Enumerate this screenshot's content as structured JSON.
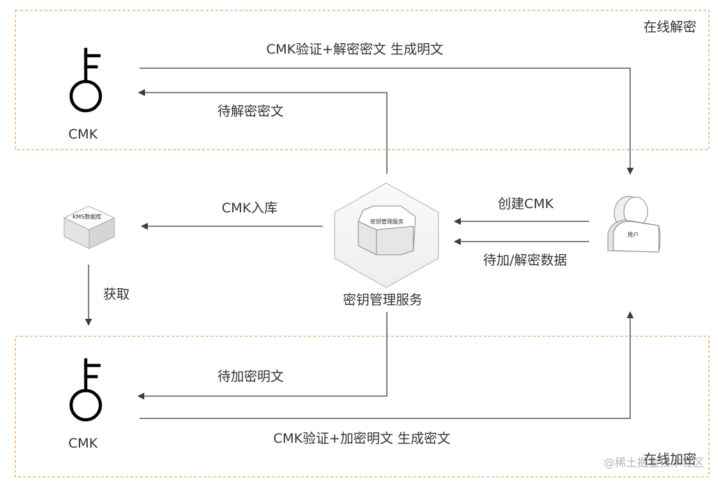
{
  "regions": {
    "online_decrypt": "在线解密",
    "online_encrypt": "在线加密"
  },
  "labels": {
    "verify_decrypt": "CMK验证+解密密文 生成明文",
    "pending_cipher": "待解密密文",
    "cmk_top": "CMK",
    "cmk_bottom": "CMK",
    "cmk_store": "CMK入库",
    "create_cmk": "创建CMK",
    "pending_data": "待加/解密数据",
    "fetch": "获取",
    "kms_service": "密钥管理服务",
    "pending_plain": "待加密明文",
    "verify_encrypt": "CMK验证+加密明文 生成密文"
  },
  "icons": {
    "kms_db_label": "KMS数据库",
    "service_label": "密钥管理服务",
    "user_label": "用户"
  },
  "watermark": "@稀土掘金技术社区",
  "colors": {
    "region_border": "#f0a060",
    "arrow": "#3a3a4a",
    "icon_stroke": "#999999",
    "icon_fill": "#f2f2f2"
  }
}
